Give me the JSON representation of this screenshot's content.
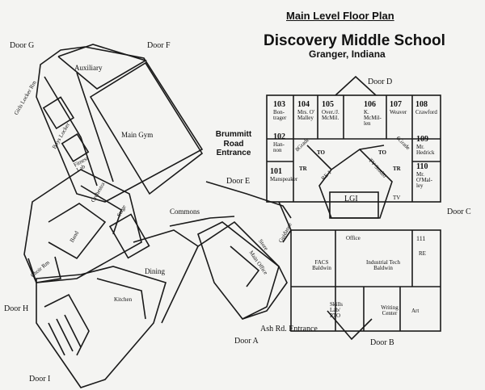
{
  "header": {
    "plan_title": "Main Level Floor Plan",
    "school_name": "Discovery Middle School",
    "location": "Granger, Indiana"
  },
  "doors": {
    "a": "Door A",
    "b": "Door B",
    "c": "Door C",
    "d": "Door D",
    "e": "Door E",
    "f": "Door F",
    "g": "Door G",
    "h": "Door H",
    "i": "Door I"
  },
  "entrances": {
    "brummitt": "Brummitt Road Entrance",
    "ash": "Ash Rd. Entrance"
  },
  "areas": {
    "auxiliary": "Auxiliary",
    "main_gym": "Main Gym",
    "commons": "Commons",
    "dining": "Dining",
    "kitchen": "Kitchen",
    "band": "Band",
    "orchestra": "Orchestra",
    "stage": "Stage",
    "choir_rm": "Choir Rm",
    "girls_locker": "Girls Locker Rm",
    "boys_locker": "Boys Locker",
    "fitness_lab": "Fitness Lab",
    "store": "Store",
    "main_office": "Main Office",
    "guidance": "Guidance",
    "office": "Office",
    "facs": "FACS Baldwin",
    "industrial": "Industrial Tech Baldwin",
    "skills_lab": "Skills Lab/ PTO",
    "writing": "Writing Center",
    "art": "Art",
    "lgi": "LGI",
    "tv_studio": "TV Studio",
    "re_1": "RE 1",
    "re": "RE",
    "tr": "TR",
    "to": "TO",
    "tv": "TV",
    "eight_grade": "8Grade",
    "six_grade": "6Grade"
  },
  "rooms": [
    {
      "num": "103",
      "name": "Bon-trager"
    },
    {
      "num": "104",
      "name": "Mrs. O' Malley"
    },
    {
      "num": "105",
      "name": "Over./J. McMil."
    },
    {
      "num": "106",
      "name": "K. McMil-len"
    },
    {
      "num": "107",
      "name": "Weaver"
    },
    {
      "num": "108",
      "name": "Crawford"
    },
    {
      "num": "102",
      "name": "Han-non"
    },
    {
      "num": "101",
      "name": "Manspeaker"
    },
    {
      "num": "109",
      "name": "Mr. Hedrick"
    },
    {
      "num": "110",
      "name": "Mr. O'Mal-ley"
    },
    {
      "num": "111",
      "name": ""
    }
  ],
  "colors": {
    "ink": "#1a1a1a",
    "paper": "#f4f4f2"
  }
}
